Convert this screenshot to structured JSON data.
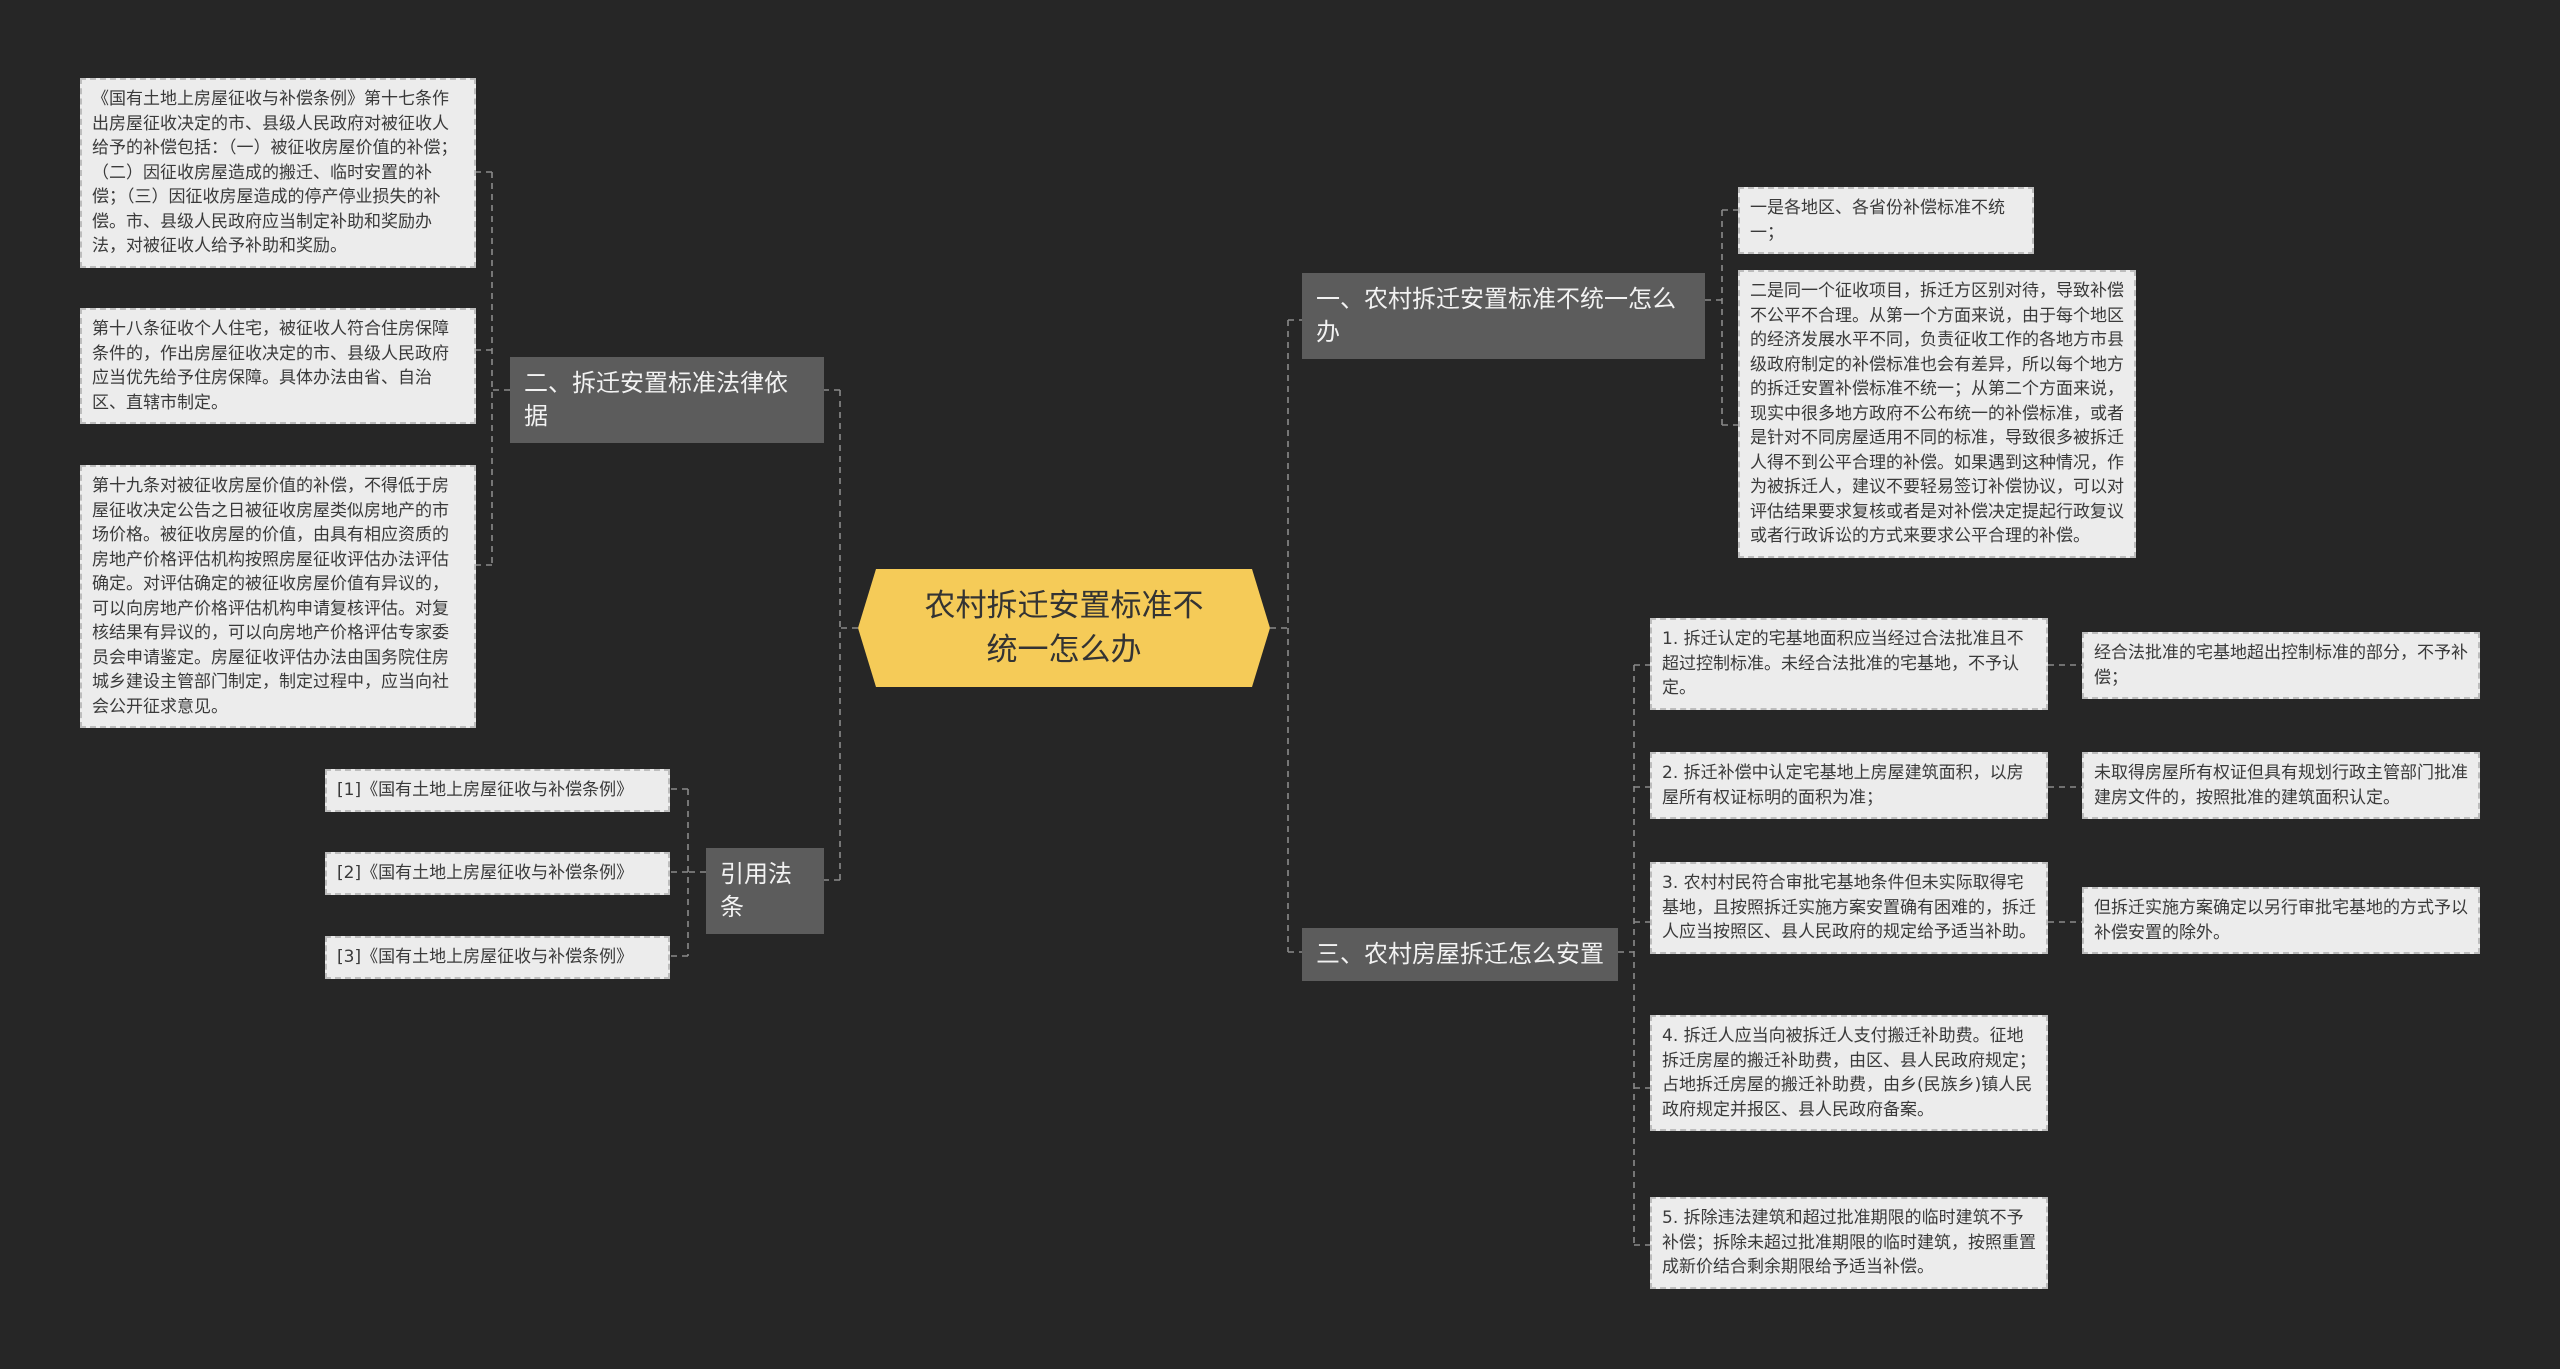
{
  "root": {
    "title": "农村拆迁安置标准不统一怎么办"
  },
  "branches": {
    "law_basis": {
      "label": "二、拆迁安置标准法律依据",
      "items": [
        "《国有土地上房屋征收与补偿条例》第十七条作出房屋征收决定的市、县级人民政府对被征收人给予的补偿包括：（一）被征收房屋价值的补偿；（二）因征收房屋造成的搬迁、临时安置的补偿；（三）因征收房屋造成的停产停业损失的补偿。市、县级人民政府应当制定补助和奖励办法，对被征收人给予补助和奖励。",
        "第十八条征收个人住宅，被征收人符合住房保障条件的，作出房屋征收决定的市、县级人民政府应当优先给予住房保障。具体办法由省、自治区、直辖市制定。",
        "第十九条对被征收房屋价值的补偿，不得低于房屋征收决定公告之日被征收房屋类似房地产的市场价格。被征收房屋的价值，由具有相应资质的房地产价格评估机构按照房屋征收评估办法评估确定。对评估确定的被征收房屋价值有异议的，可以向房地产价格评估机构申请复核评估。对复核结果有异议的，可以向房地产价格评估专家委员会申请鉴定。房屋征收评估办法由国务院住房城乡建设主管部门制定，制定过程中，应当向社会公开征求意见。"
      ]
    },
    "citations": {
      "label": "引用法条",
      "items": [
        "[1]《国有土地上房屋征收与补偿条例》",
        "[2]《国有土地上房屋征收与补偿条例》",
        "[3]《国有土地上房屋征收与补偿条例》"
      ]
    },
    "inconsistent": {
      "label": "一、农村拆迁安置标准不统一怎么办",
      "items": [
        "一是各地区、各省份补偿标准不统一；",
        "二是同一个征收项目，拆迁方区别对待，导致补偿不公平不合理。从第一个方面来说，由于每个地区的经济发展水平不同，负责征收工作的各地方市县级政府制定的补偿标准也会有差异，所以每个地方的拆迁安置补偿标准不统一；从第二个方面来说，现实中很多地方政府不公布统一的补偿标准，或者是针对不同房屋适用不同的标准，导致很多被拆迁人得不到公平合理的补偿。如果遇到这种情况，作为被拆迁人，建议不要轻易签订补偿协议，可以对评估结果要求复核或者是对补偿决定提起行政复议或者行政诉讼的方式来要求公平合理的补偿。"
      ]
    },
    "resettle": {
      "label": "三、农村房屋拆迁怎么安置",
      "items": [
        "1. 拆迁认定的宅基地面积应当经过合法批准且不超过控制标准。未经合法批准的宅基地，不予认定。",
        "2. 拆迁补偿中认定宅基地上房屋建筑面积，以房屋所有权证标明的面积为准；",
        "3. 农村村民符合审批宅基地条件但未实际取得宅基地，且按照拆迁实施方案安置确有困难的，拆迁人应当按照区、县人民政府的规定给予适当补助。",
        "4. 拆迁人应当向被拆迁人支付搬迁补助费。征地拆迁房屋的搬迁补助费，由区、县人民政府规定；占地拆迁房屋的搬迁补助费，由乡(民族乡)镇人民政府规定并报区、县人民政府备案。",
        "5. 拆除违法建筑和超过批准期限的临时建筑不予补偿；拆除未超过批准期限的临时建筑，按照重置成新价结合剩余期限给予适当补偿。"
      ],
      "sub_items": [
        "经合法批准的宅基地超出控制标准的部分，不予补偿；",
        "未取得房屋所有权证但具有规划行政主管部门批准建房文件的，按照批准的建筑面积认定。",
        "但拆迁实施方案确定以另行审批宅基地的方式予以补偿安置的除外。"
      ]
    }
  },
  "colors": {
    "background": "#262626",
    "root_fill": "#f5cb58",
    "branch_fill": "#5c5c5c",
    "leaf_fill": "#ececec",
    "connector": "#8a8a8a"
  }
}
